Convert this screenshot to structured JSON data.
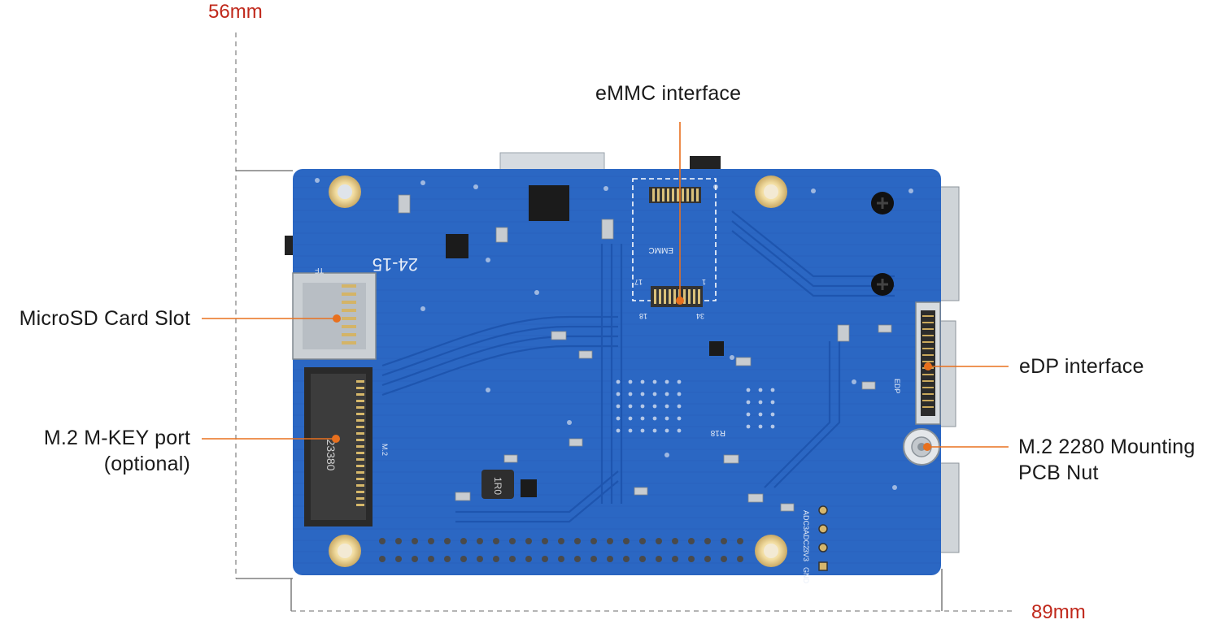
{
  "dimensions": {
    "height": "56mm",
    "width": "89mm"
  },
  "callouts": {
    "emmc": "eMMC interface",
    "microsd": "MicroSD Card Slot",
    "m2_line1": "M.2 M-KEY port",
    "m2_line2": "(optional)",
    "edp": "eDP interface",
    "nut_line1": "M.2 2280 Mounting",
    "nut_line2": "PCB Nut"
  },
  "board_silkscreen": {
    "date": "24-15",
    "tf": "TF",
    "emmc": "EMMC",
    "pin_17": "17",
    "pin_1": "1",
    "pin_18": "18",
    "pin_34": "34",
    "edp": "EDP",
    "m2": "M.2",
    "nvme_part": "23380",
    "inductor": "1R0",
    "r18": "R18",
    "adc3": "ADC3",
    "adc2": "ADC2",
    "v3": "3V3",
    "gnd": "GND"
  },
  "colors": {
    "board": "#2b67c3",
    "trace": "#1f55aa",
    "dimension": "#c0281b",
    "leader": "#e8701e"
  }
}
